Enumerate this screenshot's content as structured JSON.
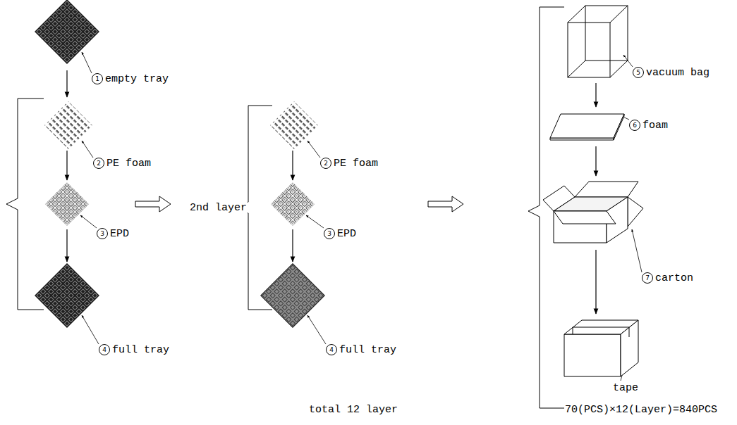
{
  "diagram": {
    "nodes": [
      {
        "text": [
          "1",
          "empty tray"
        ]
      },
      {
        "text": [
          "2",
          "PE foam"
        ]
      },
      {
        "text": [
          "3",
          "EPD"
        ]
      },
      {
        "text": [
          "4",
          "full tray"
        ]
      },
      {
        "text": [
          "2",
          "PE foam"
        ]
      },
      {
        "text": [
          "3",
          "EPD"
        ]
      },
      {
        "text": [
          "4",
          "full tray"
        ]
      },
      {
        "text": [
          "5",
          "vacuum bag"
        ]
      },
      {
        "text": [
          "6",
          "foam"
        ]
      },
      {
        "text": [
          "7",
          "carton"
        ]
      }
    ],
    "labels": [
      "2nd layer",
      "total 12 layer",
      "tape",
      "70(PCS)×12(Layer)=840PCS"
    ]
  }
}
